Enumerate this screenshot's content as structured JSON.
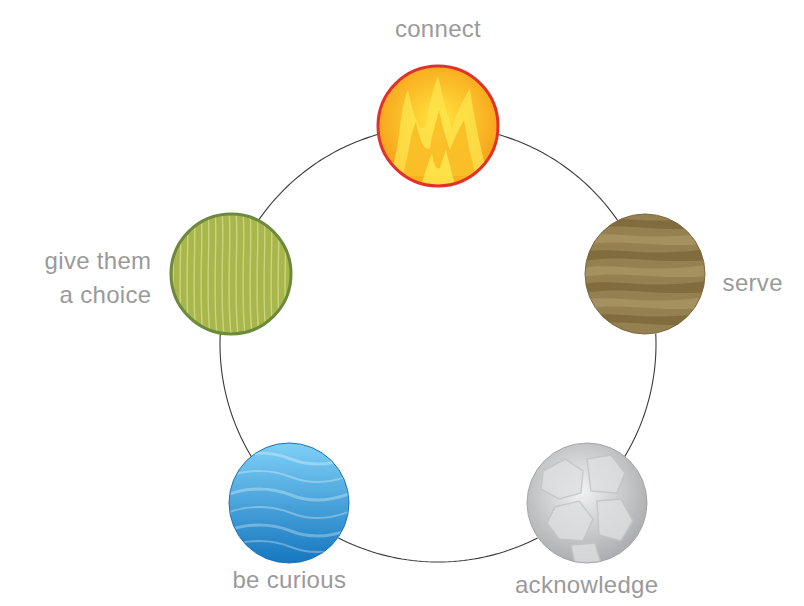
{
  "diagram": {
    "nodes": [
      {
        "text": [
          "connect"
        ]
      },
      {
        "text": [
          "serve"
        ]
      },
      {
        "text": [
          "acknowledge"
        ]
      },
      {
        "text": [
          "be curious"
        ]
      },
      {
        "text": [
          "give them a choice"
        ]
      }
    ],
    "edges": [
      {
        "from": 0,
        "to": 1,
        "arrow": "none"
      },
      {
        "from": 1,
        "to": 2,
        "arrow": "none"
      },
      {
        "from": 2,
        "to": 3,
        "arrow": "none"
      },
      {
        "from": 3,
        "to": 4,
        "arrow": "none"
      },
      {
        "from": 4,
        "to": 0,
        "arrow": "none"
      }
    ]
  }
}
